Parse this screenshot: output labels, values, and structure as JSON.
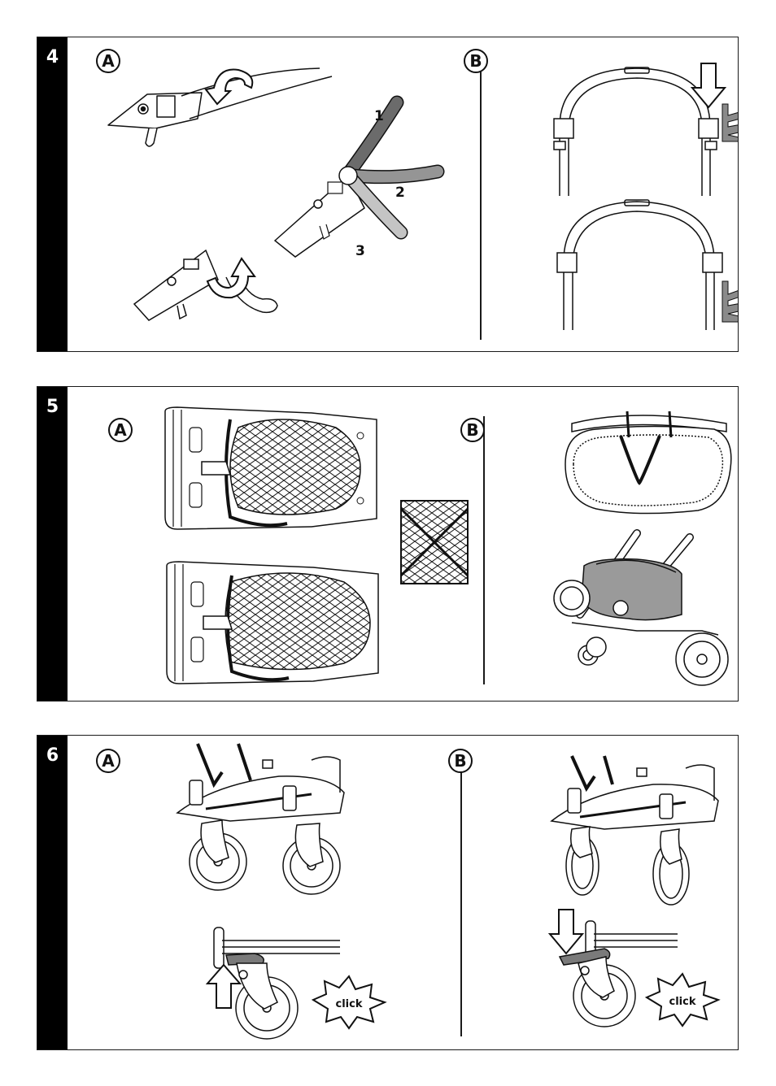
{
  "steps": [
    {
      "number": "4",
      "panels": [
        {
          "label": "A",
          "positions": [
            "1",
            "2",
            "3"
          ]
        },
        {
          "label": "B"
        }
      ]
    },
    {
      "number": "5",
      "panels": [
        {
          "label": "A"
        },
        {
          "label": "B"
        }
      ]
    },
    {
      "number": "6",
      "panels": [
        {
          "label": "A",
          "click": "click"
        },
        {
          "label": "B",
          "click": "click"
        }
      ]
    }
  ],
  "colors": {
    "frame": "#1a1a1a",
    "step_bar": "#000000",
    "handle_pos1": "#6b6b6b",
    "handle_pos2": "#959595",
    "handle_pos3": "#c4c4c4",
    "accent_grey": "#8a8a8a"
  },
  "icons": [
    "rotate-arrow-icon",
    "down-arrow-icon",
    "up-arrow-icon",
    "click-burst-icon",
    "clip-part-icon"
  ]
}
